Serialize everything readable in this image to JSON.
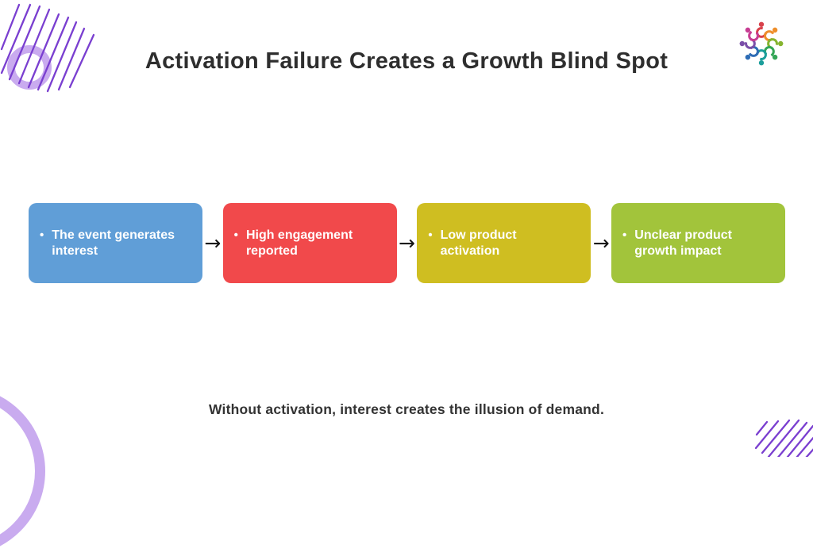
{
  "slide": {
    "title": "Activation Failure Creates a Growth Blind Spot",
    "caption": "Without activation, interest creates the illusion of demand.",
    "title_color": "#2e2e2e",
    "background_color": "#ffffff"
  },
  "flow": {
    "bullet": "•",
    "arrow": "→",
    "arrow_color": "#141414",
    "text_color": "#ffffff",
    "steps": [
      {
        "label": "The event generates interest",
        "color": "#609ed7"
      },
      {
        "label": "High engagement reported",
        "color": "#f1494b"
      },
      {
        "label": "Low product activation",
        "color": "#cfbe21"
      },
      {
        "label": "Unclear product growth impact",
        "color": "#a2c43b"
      }
    ]
  },
  "decor": {
    "line_color": "#7a3fd0",
    "ring_color": "#c9abef"
  },
  "logo": {
    "name": "community-swirl-logo",
    "colors": [
      "#d8414b",
      "#ee8e2b",
      "#85b42f",
      "#33a556",
      "#1b9e9b",
      "#2d6cb5",
      "#7b4fa9",
      "#c73d93"
    ]
  }
}
